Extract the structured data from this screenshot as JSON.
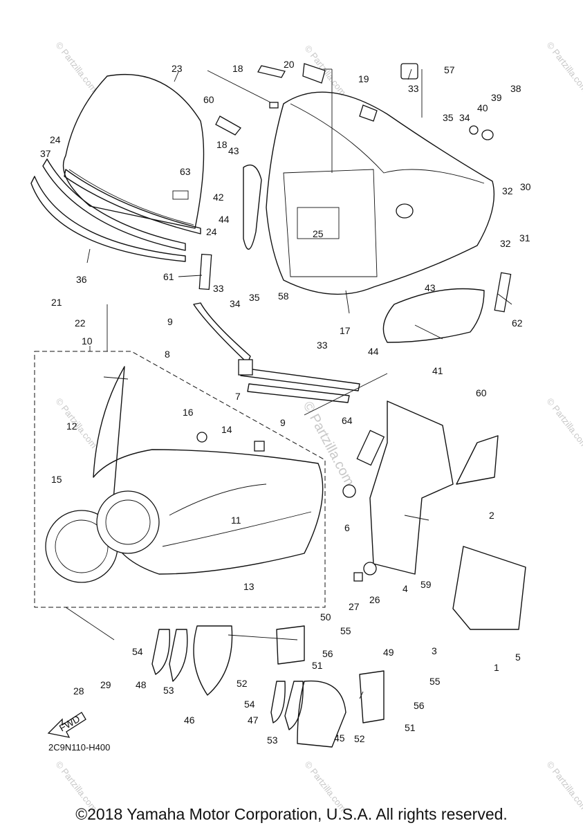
{
  "diagram": {
    "doc_code": "2C9N110-H400",
    "copyright": "©2018 Yamaha Motor Corporation, U.S.A. All rights reserved.",
    "watermark_center": "© Partzilla.com",
    "watermark_corner": "© Partzilla.com",
    "fwd_label": "FWD",
    "part_numbers": [
      "1",
      "2",
      "3",
      "4",
      "5",
      "6",
      "7",
      "8",
      "9",
      "9",
      "10",
      "11",
      "12",
      "13",
      "14",
      "15",
      "16",
      "17",
      "18",
      "18",
      "19",
      "20",
      "21",
      "22",
      "23",
      "24",
      "24",
      "25",
      "26",
      "27",
      "28",
      "29",
      "30",
      "31",
      "32",
      "32",
      "33",
      "33",
      "33",
      "34",
      "34",
      "35",
      "35",
      "36",
      "37",
      "38",
      "39",
      "40",
      "41",
      "42",
      "43",
      "43",
      "44",
      "44",
      "45",
      "46",
      "47",
      "48",
      "49",
      "50",
      "51",
      "51",
      "52",
      "52",
      "53",
      "53",
      "54",
      "54",
      "55",
      "55",
      "56",
      "56",
      "57",
      "58",
      "59",
      "60",
      "60",
      "61",
      "62",
      "63",
      "64"
    ],
    "colors": {
      "line": "#111111",
      "background": "#ffffff",
      "watermark": "#c8c8c8"
    }
  }
}
